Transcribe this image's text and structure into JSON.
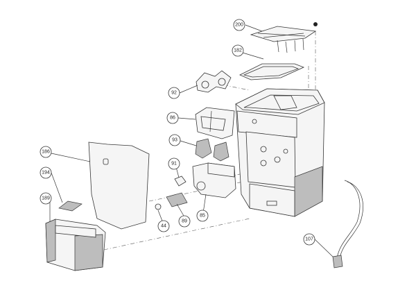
{
  "diagram": {
    "callouts": [
      {
        "id": "c200",
        "label": "200"
      },
      {
        "id": "c182",
        "label": "182"
      },
      {
        "id": "c92",
        "label": "92"
      },
      {
        "id": "c86",
        "label": "86"
      },
      {
        "id": "c93",
        "label": "93"
      },
      {
        "id": "c91",
        "label": "91"
      },
      {
        "id": "c89",
        "label": "89"
      },
      {
        "id": "c85",
        "label": "85"
      },
      {
        "id": "c44",
        "label": "44"
      },
      {
        "id": "c186",
        "label": "186"
      },
      {
        "id": "c194",
        "label": "194"
      },
      {
        "id": "c189",
        "label": "189"
      },
      {
        "id": "c107",
        "label": "107"
      }
    ]
  }
}
